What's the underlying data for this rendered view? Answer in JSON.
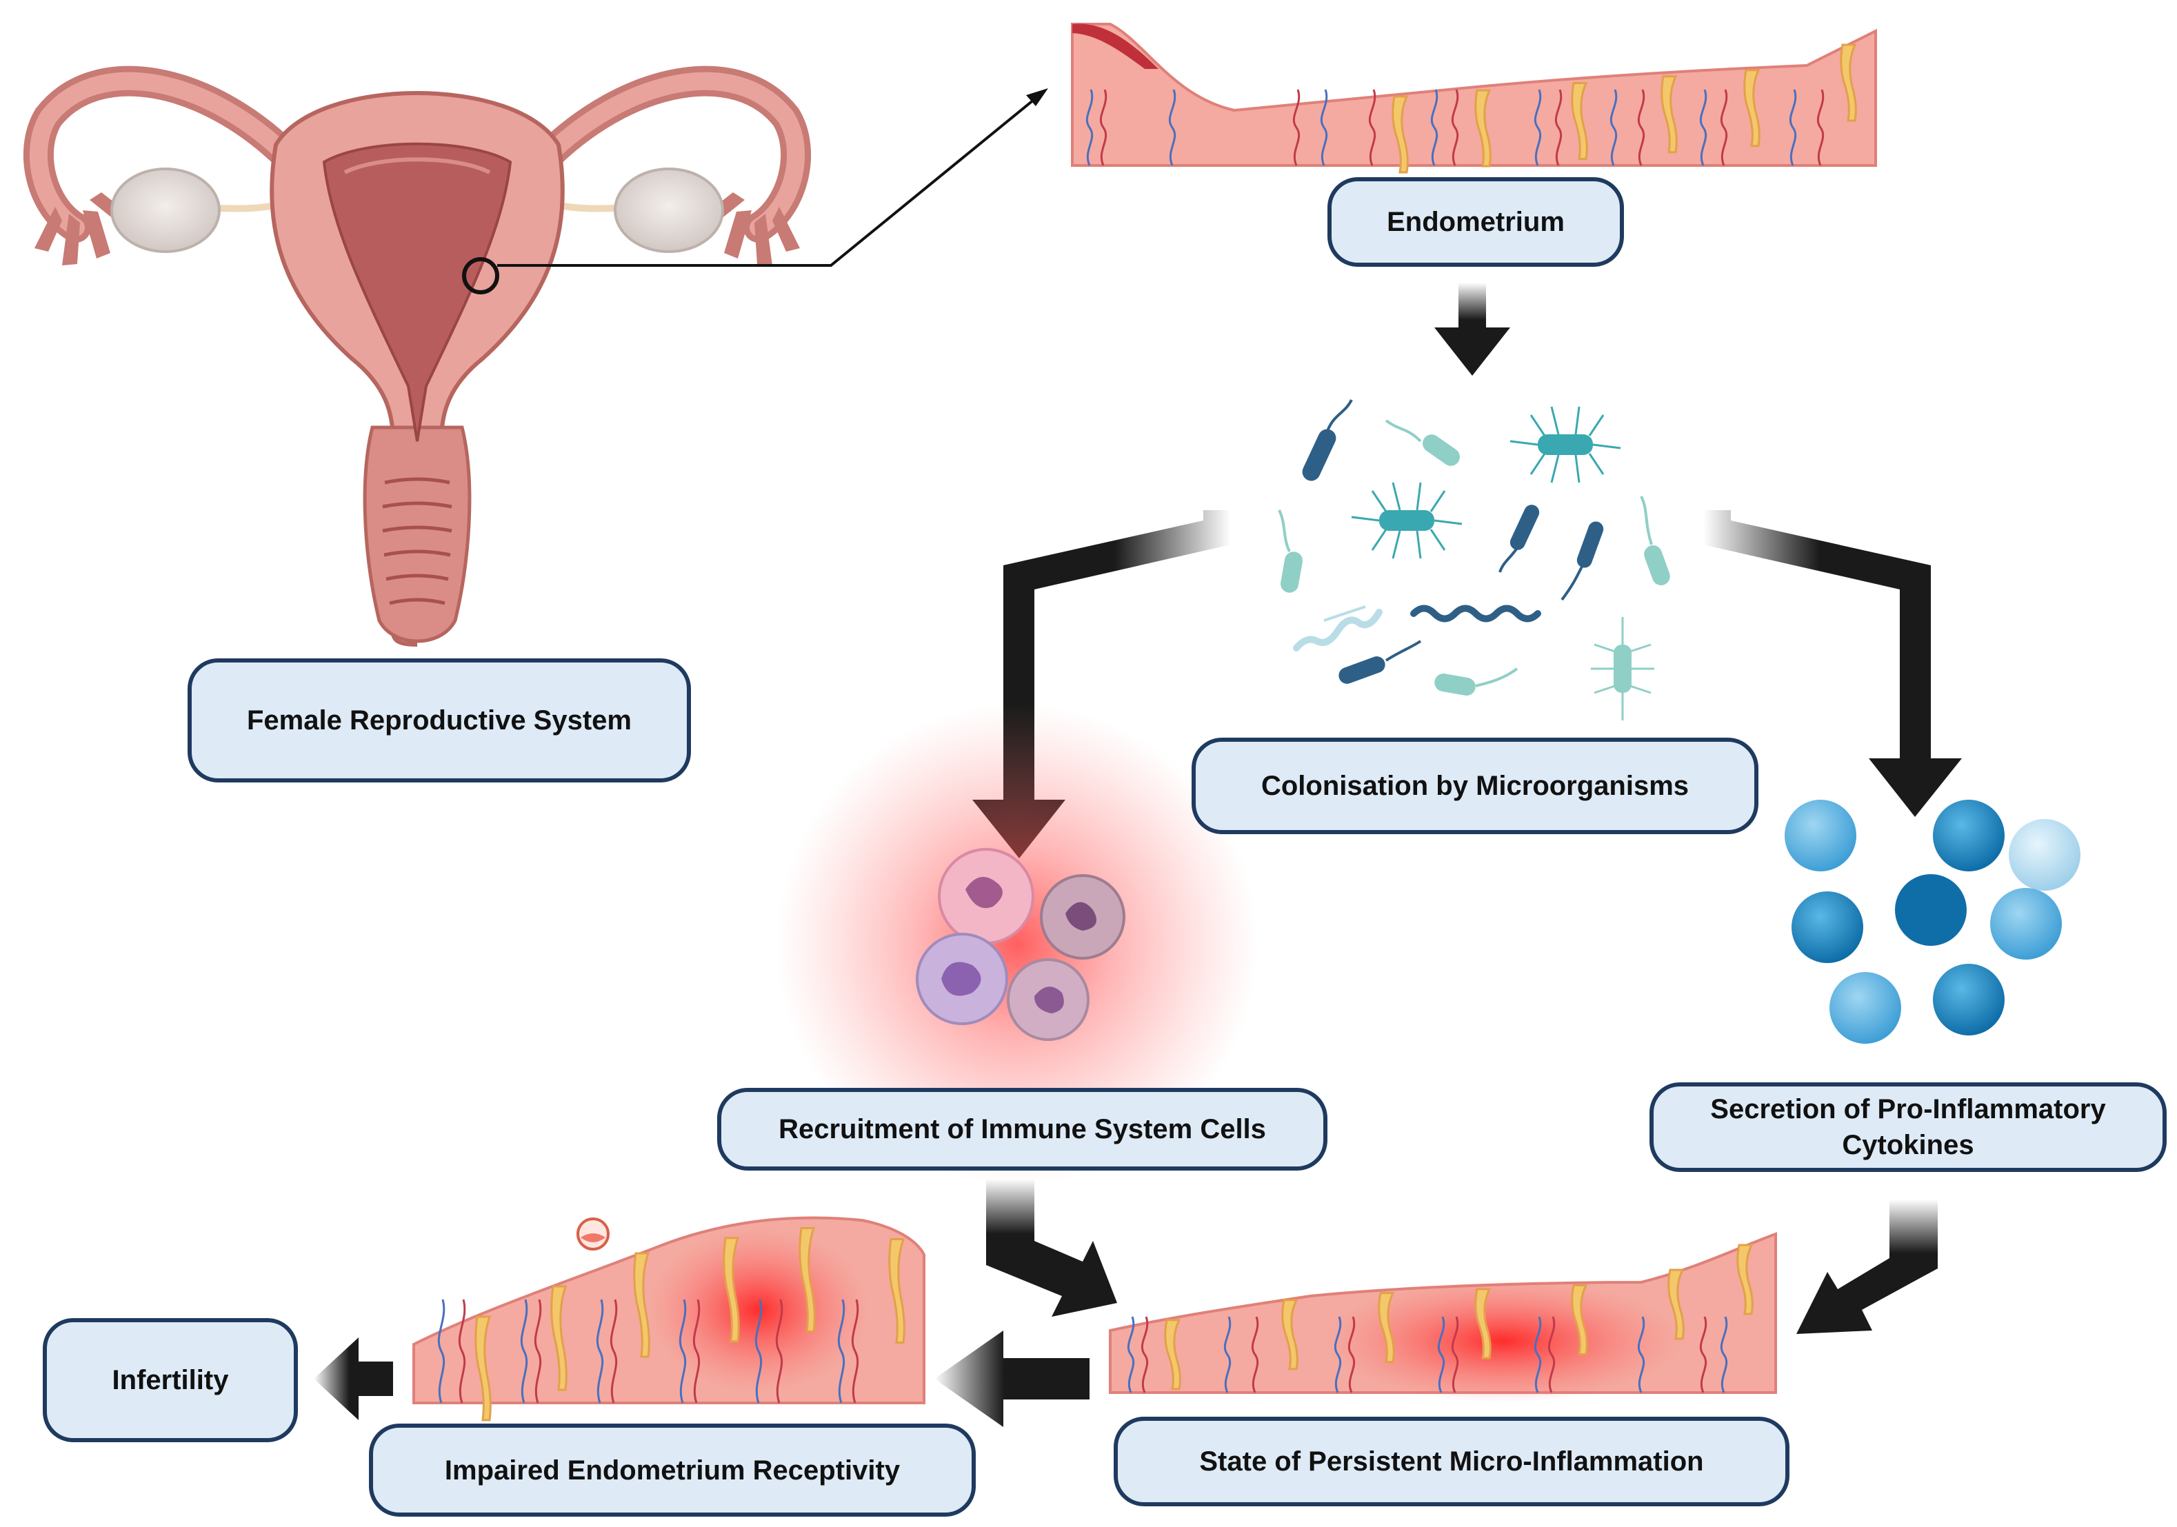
{
  "labels": {
    "female_reproductive_system": "Female Reproductive System",
    "endometrium": "Endometrium",
    "colonisation": "Colonisation by Microorganisms",
    "recruitment": "Recruitment of Immune System Cells",
    "secretion": "Secretion of Pro-Inflammatory Cytokines",
    "micro_inflammation": "State of Persistent Micro-Inflammation",
    "impaired_receptivity": "Impaired Endometrium Receptivity",
    "infertility": "Infertility"
  },
  "colors": {
    "box_fill": "#deeaf6",
    "box_border": "#1f3a5f",
    "arrow": "#1a1a1a",
    "tissue": "#f4aaa0",
    "tissue_edge": "#e0807a",
    "gland": "#f3c86a",
    "vessel_blue": "#4a6fc0",
    "vessel_red": "#c23a4a",
    "uterus_outer": "#e8a39c",
    "uterus_inner": "#b85d5d",
    "ovary": "#e3dcd8",
    "inflammation": "#ff3030",
    "bacteria_dark": "#2e5f86",
    "bacteria_teal": "#3aa8b0",
    "bacteria_light": "#8fcfc6",
    "cytokine_dark": "#1a7fb8",
    "cytokine_light": "#a8d8ef",
    "immune_cell_pink": "#f2b6c6",
    "immune_cell_purple": "#b9a2c8"
  }
}
